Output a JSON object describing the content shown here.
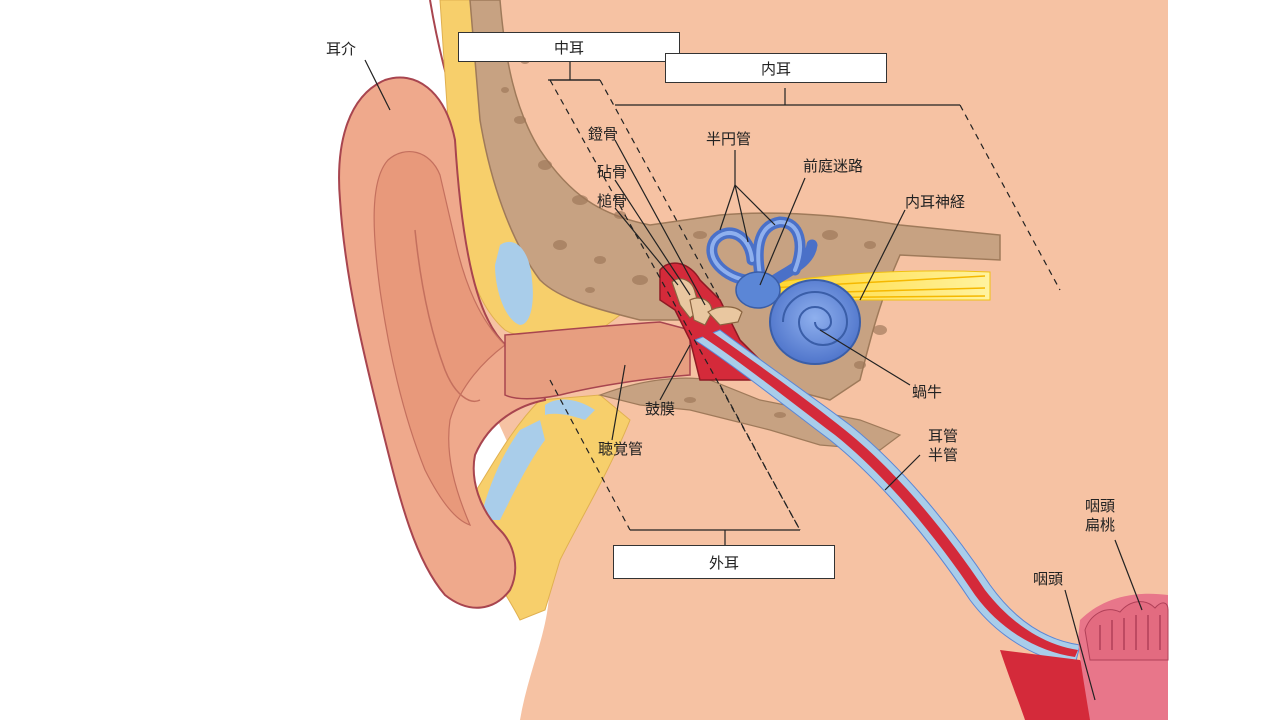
{
  "diagram": {
    "regions": {
      "middle_ear": "中耳",
      "inner_ear": "内耳",
      "outer_ear": "外耳"
    },
    "labels": {
      "auricle": "耳介",
      "stapes": "鐙骨",
      "incus": "砧骨",
      "malleus": "槌骨",
      "semicircular_canals": "半円管",
      "vestibule": "前庭迷路",
      "inner_ear_nerve": "内耳神経",
      "cochlea": "蝸牛",
      "eardrum": "鼓膜",
      "ear_canal": "聴覚管",
      "eustachian_tube_line1": "耳管",
      "eustachian_tube_line2": "半管",
      "pharyngeal_tonsil_line1": "咽頭",
      "pharyngeal_tonsil_line2": "扁桃",
      "pharynx": "咽頭"
    },
    "colors": {
      "skin": "#f6c2a3",
      "bone": "#c7a282",
      "cartilage": "#f7cf6b",
      "fluid": "#a9cdea",
      "tube": "#d42a3a",
      "labyrinth": "#5b86d6",
      "nerve": "#f7e33a"
    }
  }
}
